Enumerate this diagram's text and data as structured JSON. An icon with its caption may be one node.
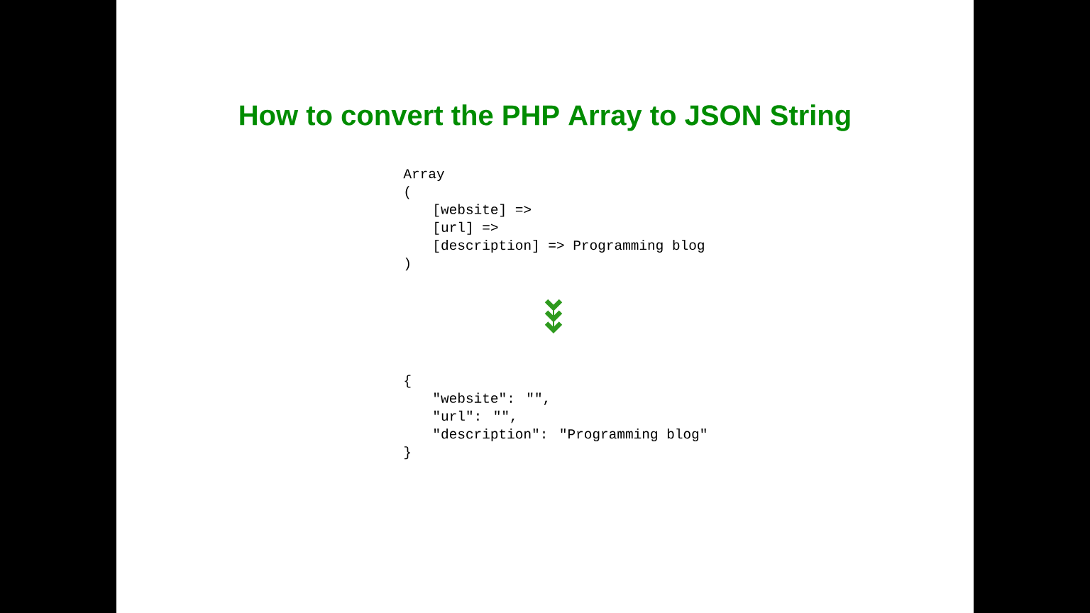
{
  "diagram": {
    "title": "How to convert the PHP Array to JSON String",
    "nodes": [
      {
        "text": [
          "Array",
          "(",
          "[website] =>",
          "[url] =>",
          "[description] => Programming blog",
          ")"
        ]
      },
      {
        "text": [
          "{",
          "\"website\": \"\",",
          "\"url\": \"\",",
          "\"description\": \"Programming blog\"",
          "}"
        ]
      }
    ],
    "edges": [
      {
        "from": 0,
        "to": 1,
        "arrow": "to",
        "color": "#2e9a1e"
      }
    ]
  }
}
